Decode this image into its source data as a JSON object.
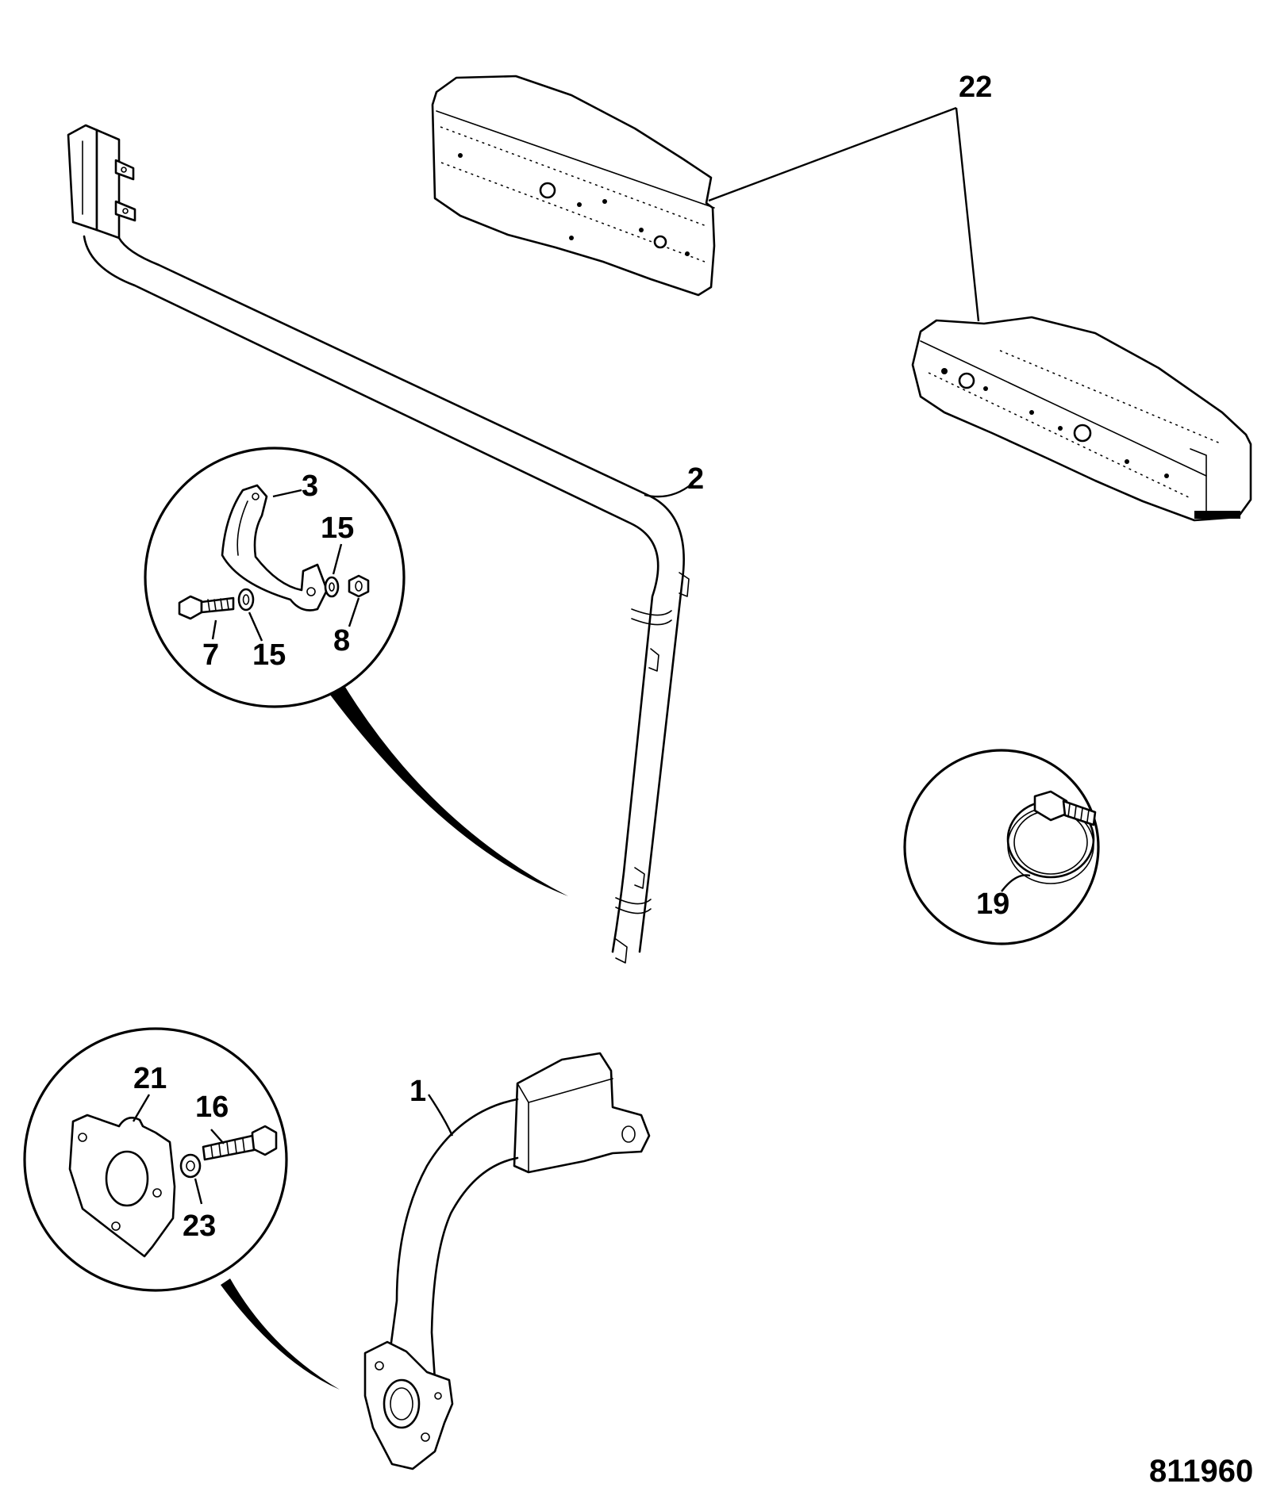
{
  "diagram": {
    "figure_number": "811960",
    "callouts": {
      "part_1": "1",
      "part_2": "2",
      "part_3": "3",
      "part_7": "7",
      "part_8": "8",
      "part_15_upper": "15",
      "part_15_lower": "15",
      "part_16": "16",
      "part_19": "19",
      "part_21": "21",
      "part_22": "22",
      "part_23": "23"
    }
  }
}
